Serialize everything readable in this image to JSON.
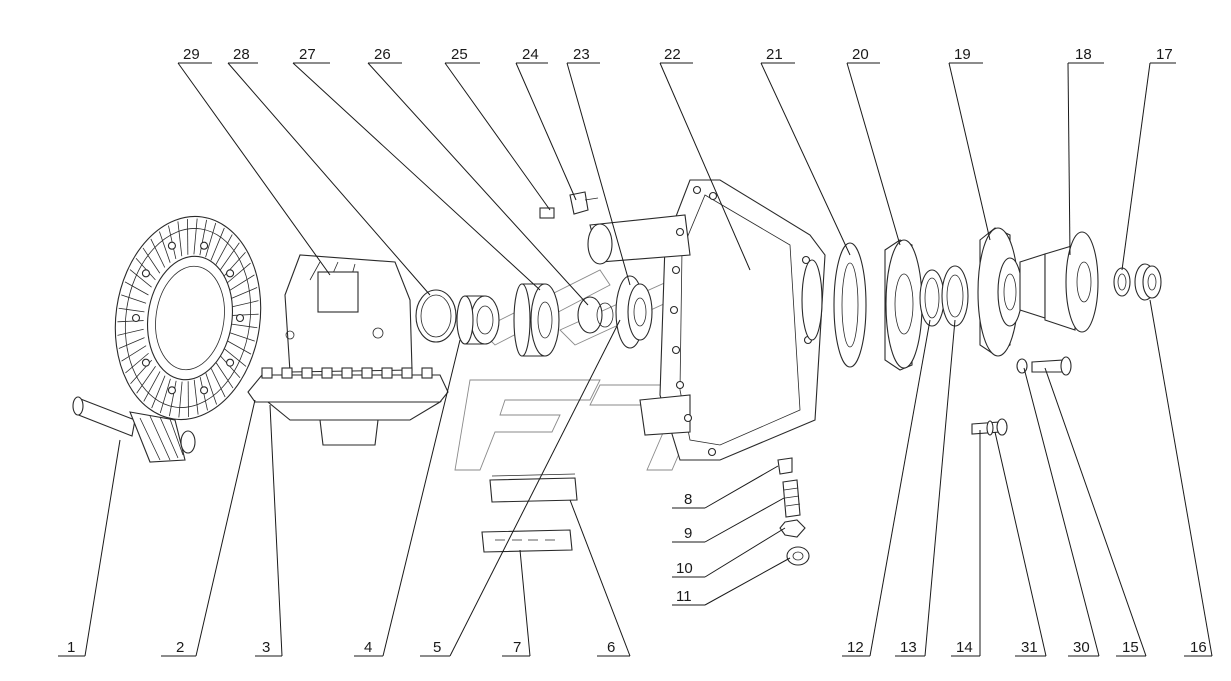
{
  "labels": [
    "1",
    "2",
    "3",
    "4",
    "5",
    "6",
    "7",
    "8",
    "9",
    "10",
    "11",
    "12",
    "13",
    "14",
    "15",
    "16",
    "17",
    "18",
    "19",
    "20",
    "21",
    "22",
    "23",
    "24",
    "25",
    "26",
    "27",
    "28",
    "29",
    "30",
    "31"
  ]
}
